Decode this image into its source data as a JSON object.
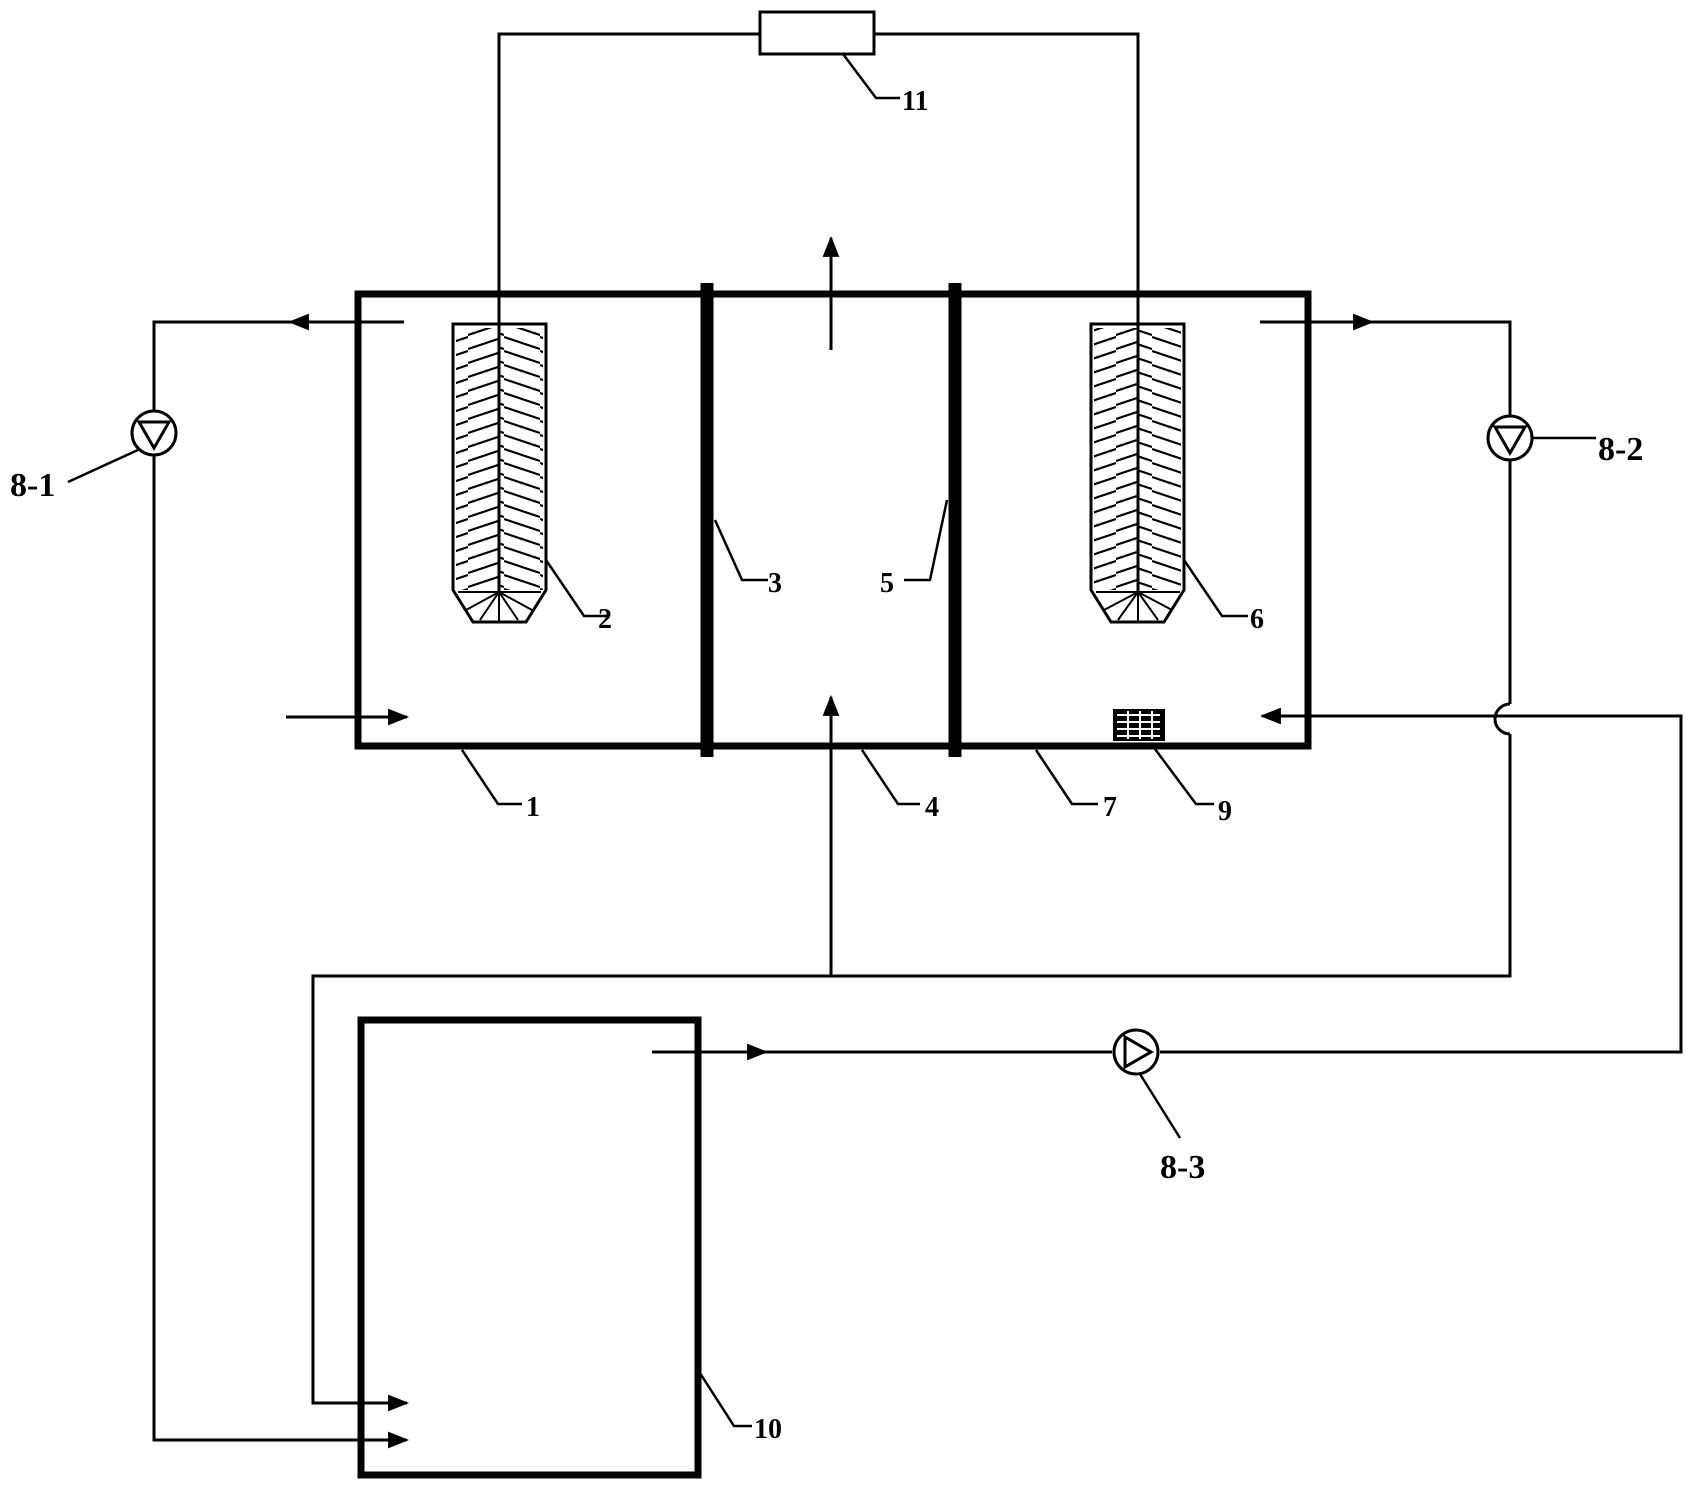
{
  "labels": {
    "tank_1": "1",
    "electrode_2": "2",
    "membrane_3": "3",
    "chamber_4": "4",
    "membrane_5": "5",
    "electrode_6": "6",
    "chamber_7": "7",
    "pump_8_1": "8-1",
    "pump_8_2": "8-2",
    "pump_8_3": "8-3",
    "block_9": "9",
    "tank_10": "10",
    "resistor_11": "11"
  },
  "colors": {
    "line": "#000000",
    "background": "#ffffff"
  },
  "icons": {
    "pump": "pump-circle-triangle-icon",
    "electrode": "brush-electrode-icon",
    "resistor": "resistor-icon",
    "arrow": "flow-arrow-icon"
  }
}
